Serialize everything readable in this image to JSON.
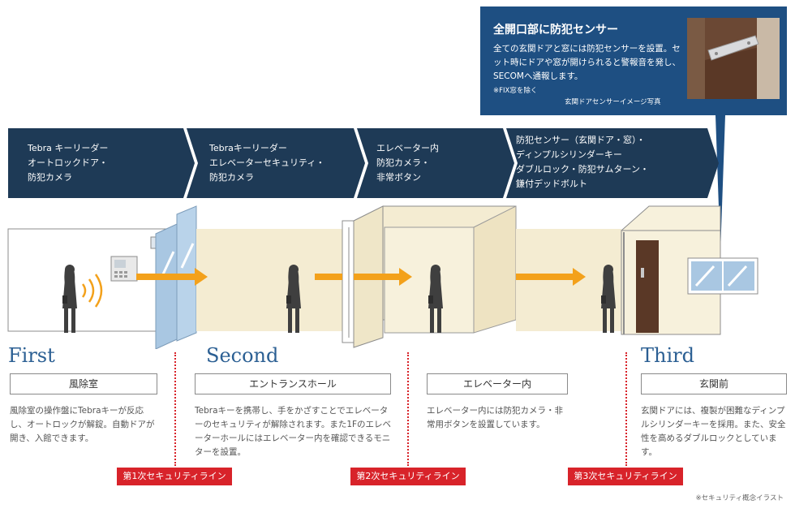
{
  "callout": {
    "title": "全開口部に防犯センサー",
    "body": "全ての玄関ドアと窓には防犯センサーを設置。セット時にドアや窓が開けられると警報音を発し、SECOMへ通報します。",
    "note": "※FIX窓を除く",
    "photo_caption": "玄関ドアセンサーイメージ写真"
  },
  "band": {
    "steps": [
      {
        "lines": [
          "Tebra キーリーダー",
          "オートロックドア・",
          "防犯カメラ"
        ]
      },
      {
        "lines": [
          "Tebraキーリーダー",
          "エレベーターセキュリティ・",
          "防犯カメラ"
        ]
      },
      {
        "lines": [
          "エレベーター内",
          "防犯カメラ・",
          "非常ボタン"
        ]
      },
      {
        "lines": [
          "防犯センサー（玄関ドア・窓）・",
          "ディンプルシリンダーキー",
          "ダブルロック・防犯サムターン・",
          "鎌付デッドボルト"
        ]
      }
    ]
  },
  "stages": [
    {
      "phase": "First",
      "area": "風除室",
      "description": "風除室の操作盤にTebraキーが反応し、オートロックが解錠。自動ドアが開き、入館できます。"
    },
    {
      "phase": "Second",
      "area": "エントランスホール",
      "description": "Tebraキーを携帯し、手をかざすことでエレベーターのセキュリティが解除されます。また1Fのエレベーターホールにはエレベーター内を確認できるモニターを設置。"
    },
    {
      "phase": "",
      "area": "エレベーター内",
      "description": "エレベーター内には防犯カメラ・非常用ボタンを設置しています。"
    },
    {
      "phase": "Third",
      "area": "玄関前",
      "description": "玄関ドアには、複製が困難なディンプルシリンダーキーを採用。また、安全性を高めるダブルロックとしています。"
    }
  ],
  "security_lines": [
    {
      "label": "第1次セキュリティライン"
    },
    {
      "label": "第2次セキュリティライン"
    },
    {
      "label": "第3次セキュリティライン"
    }
  ],
  "footnote": "※セキュリティ概念イラスト",
  "colors": {
    "navy": "#1e3a56",
    "callout_blue": "#1e4f82",
    "accent_red": "#d8232a",
    "title_blue": "#2b5f93",
    "arrow_orange": "#f3a11b",
    "room_beige": "#f4ecd2"
  }
}
